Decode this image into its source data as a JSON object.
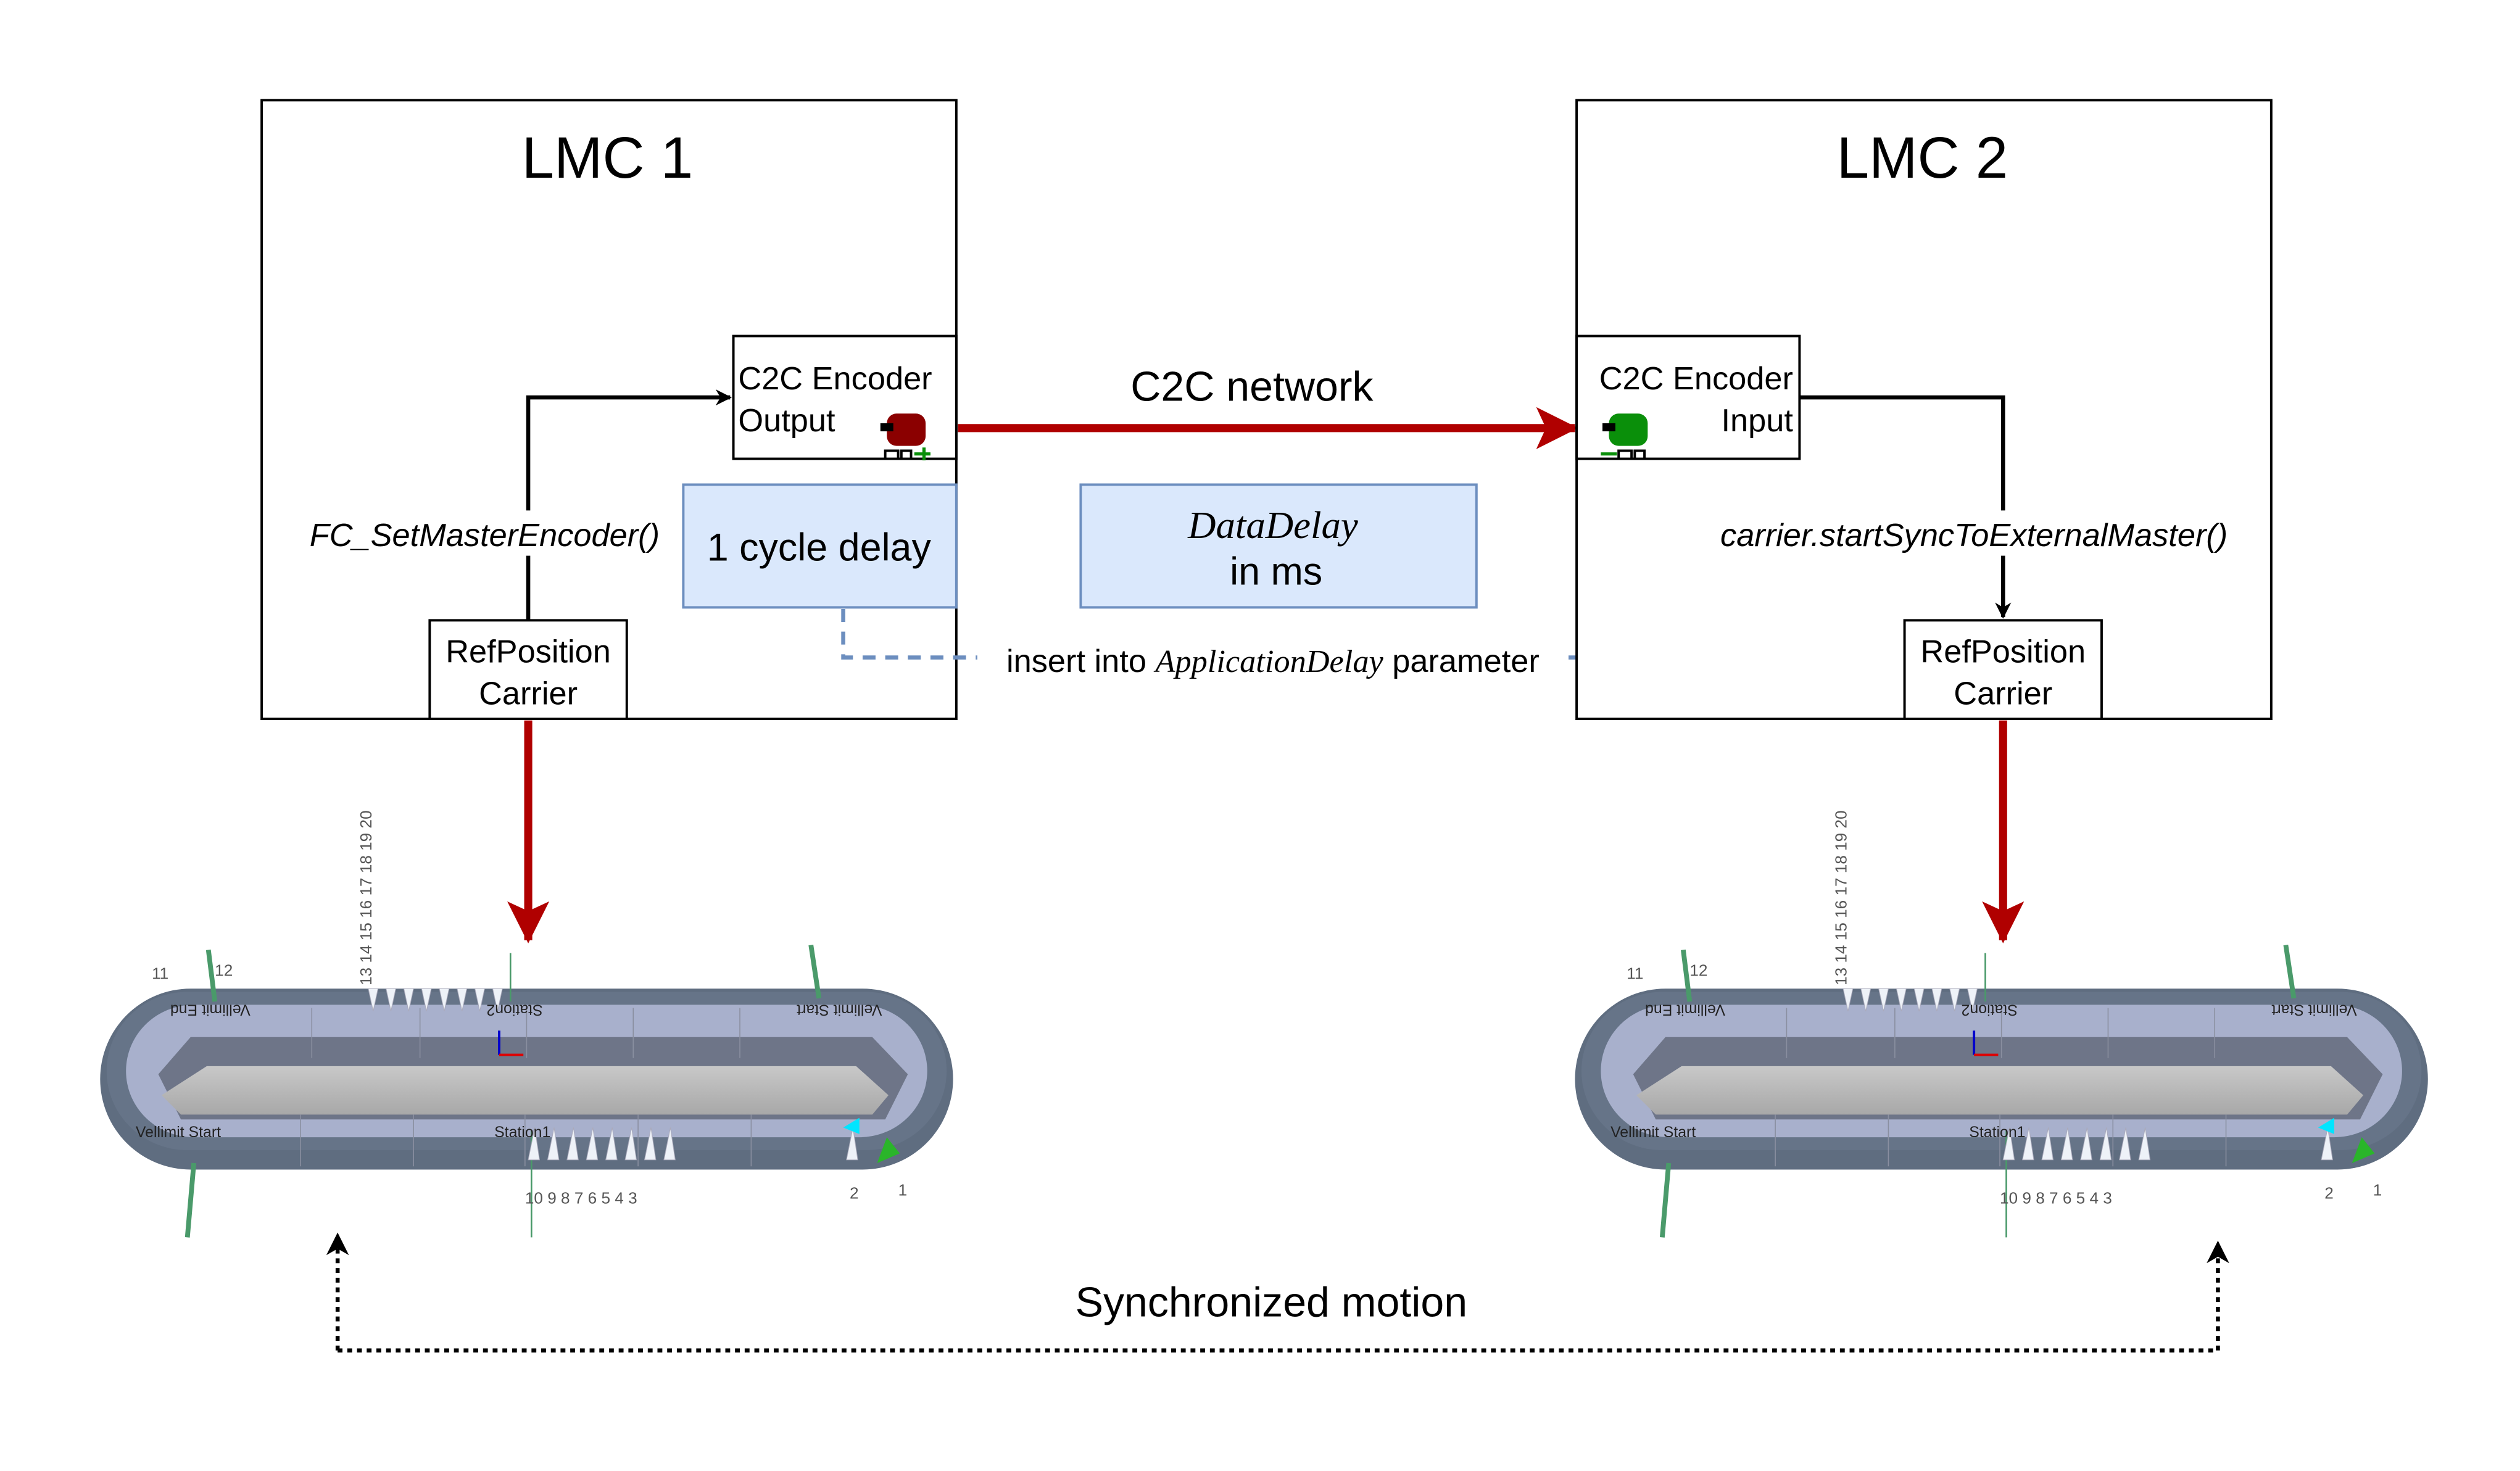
{
  "lmc1": {
    "title": "LMC 1",
    "encoder_box": {
      "line1": "C2C Encoder",
      "line2": "Output",
      "icon": "encoder-output-icon",
      "icon_color": "#8b0000"
    },
    "ref_box": {
      "line1": "RefPosition",
      "line2": "Carrier"
    },
    "function_label": "FC_SetMasterEncoder()",
    "delay_box": "1 cycle delay"
  },
  "lmc2": {
    "title": "LMC 2",
    "encoder_box": {
      "line1": "C2C Encoder",
      "line2": "Input",
      "icon": "encoder-input-icon",
      "icon_color": "#0a8f0a"
    },
    "ref_box": {
      "line1": "RefPosition",
      "line2": "Carrier"
    },
    "function_label": "carrier.startSyncToExternalMaster()"
  },
  "network": {
    "label": "C2C network",
    "color": "#b00000"
  },
  "data_delay": {
    "line1": "DataDelay",
    "line2": "in ms"
  },
  "insert_label": {
    "prefix": "insert into",
    "param": "ApplicationDelay",
    "suffix": "parameter"
  },
  "sync_label": "Synchronized motion",
  "track": {
    "vellimit_end": "Vellimit End",
    "vellimit_start": "Vellimit Start",
    "station1": "Station1",
    "station2": "Station2",
    "top_numbers": "13 14 15 16 17 18 19 20",
    "bottom_numbers": "10 9 8 7 6 5 4 3",
    "num_1": "1",
    "num_2": "2",
    "num_11": "11",
    "num_12": "12"
  },
  "colors": {
    "box_fill": "#dae8fc",
    "box_stroke": "#6c8ebf",
    "arrow_red": "#b00000",
    "track": "#a8b0cc"
  }
}
